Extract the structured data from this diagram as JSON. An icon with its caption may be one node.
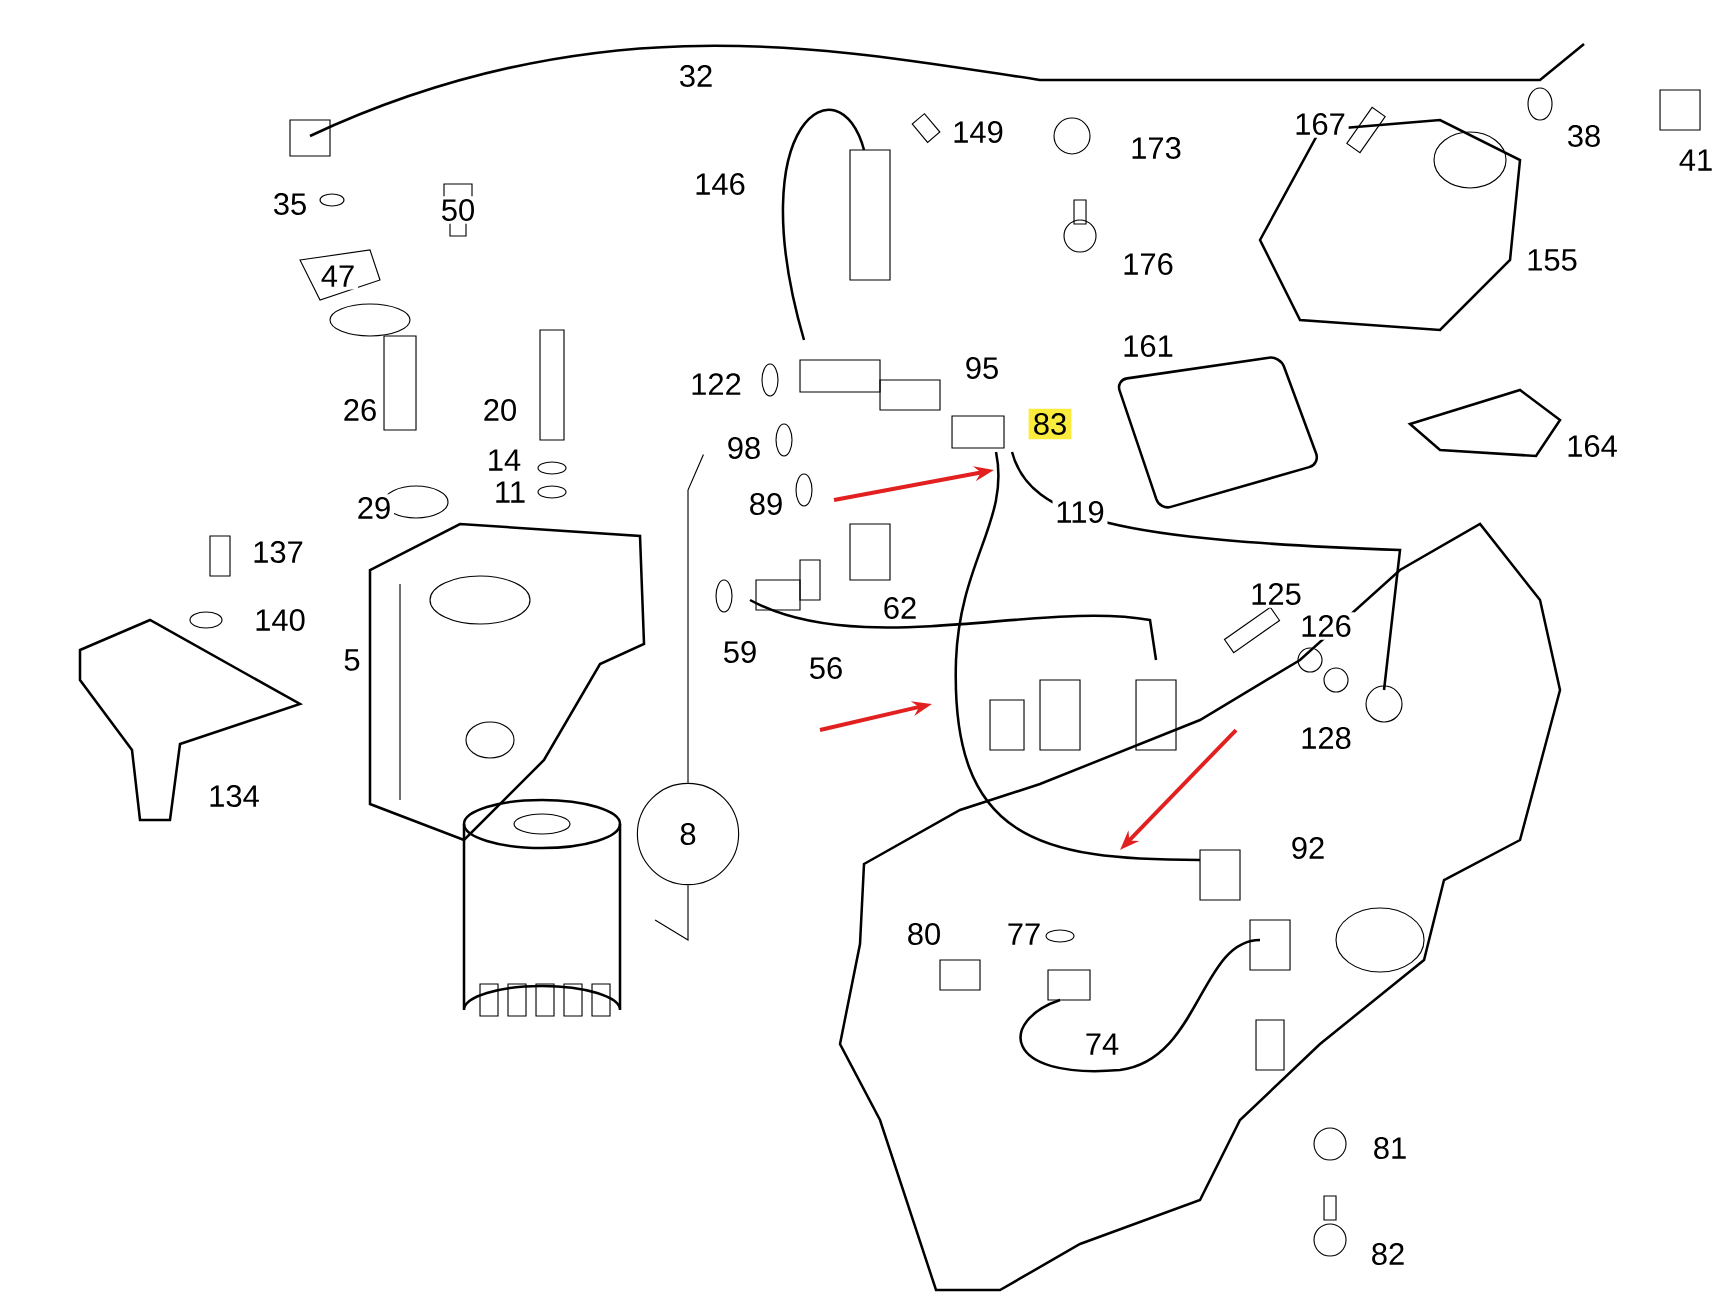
{
  "diagram": {
    "nodes": [
      {
        "text": [
          "8"
        ]
      },
      {
        "text": [],
        "shape": "picture",
        "beside": [
          "5"
        ]
      },
      {
        "text": [],
        "shape": "picture"
      }
    ],
    "edges": [
      {
        "from": 0,
        "to": 1,
        "arrow": "none"
      },
      {
        "from": 0,
        "to": 2,
        "arrow": "none"
      }
    ],
    "labels": [
      "32",
      "149",
      "173",
      "167",
      "38",
      "41",
      "35",
      "50",
      "146",
      "176",
      "155",
      "47",
      "161",
      "95",
      "122",
      "83",
      "26",
      "20",
      "98",
      "164",
      "14",
      "11",
      "29",
      "89",
      "119",
      "137",
      "62",
      "125",
      "140",
      "59",
      "56",
      "126",
      "128",
      "134",
      "92",
      "80",
      "77",
      "74",
      "81",
      "82"
    ]
  }
}
